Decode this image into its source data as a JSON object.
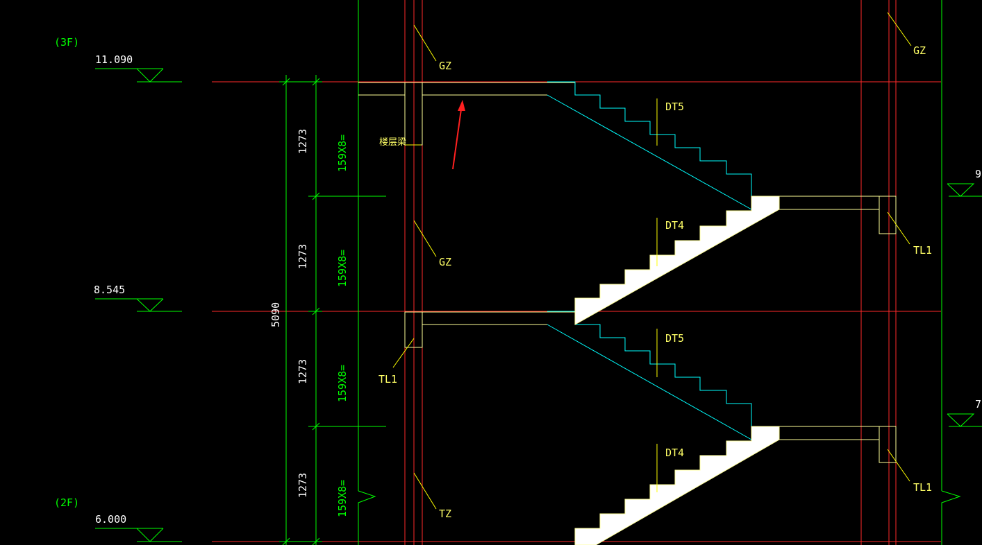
{
  "floors": [
    {
      "label": "(3F)",
      "elevation": "11.090"
    },
    {
      "label": "(2F)",
      "elevation": "6.000"
    }
  ],
  "mid_elevation": "8.545",
  "right_elevations": [
    "9",
    "7"
  ],
  "dimensions": {
    "total": "5090",
    "segment": "1273",
    "step_note": "159X8="
  },
  "labels": {
    "gz": "GZ",
    "tz": "TZ",
    "tl1": "TL1",
    "dt5": "DT5",
    "dt4": "DT4",
    "floor_beam": "楼层梁"
  },
  "colors": {
    "background": "#000000",
    "axis": "#ff0000",
    "dimension": "#00ff00",
    "structure": "#ffff99",
    "flight_outline": "#00ffff",
    "leader": "#ffff00",
    "arrow": "#ff2020"
  }
}
